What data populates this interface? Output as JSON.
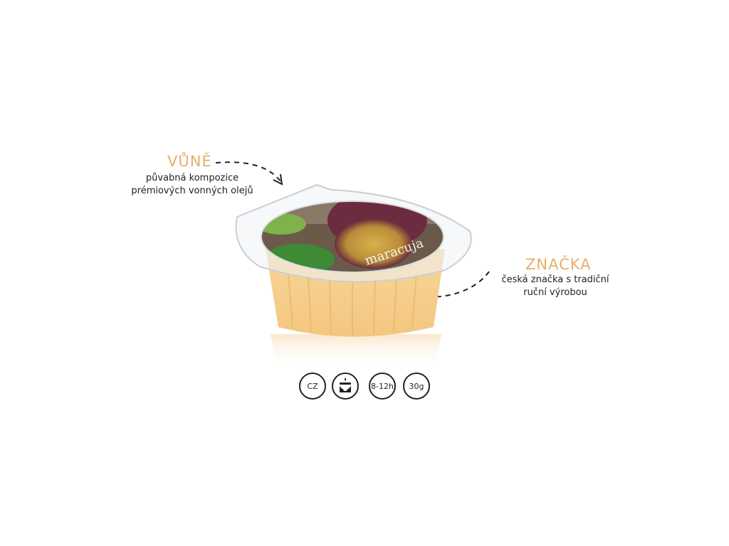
{
  "callouts": {
    "scent": {
      "title": "VŮNĚ",
      "description": "půvabná kompozice prémiových vonných olejů"
    },
    "brand": {
      "title": "ZNAČKA",
      "description": "česká značka s tradiční ruční výrobou"
    }
  },
  "product": {
    "label_text": "maracuja",
    "colors": {
      "wax": "#f6cf8c",
      "accent": "#e4b06b",
      "lid": "#e8eef2"
    }
  },
  "badges": {
    "origin": "CZ",
    "burner_icon": "aroma-lamp-icon",
    "burn_time": "8-12h",
    "weight": "30g"
  }
}
